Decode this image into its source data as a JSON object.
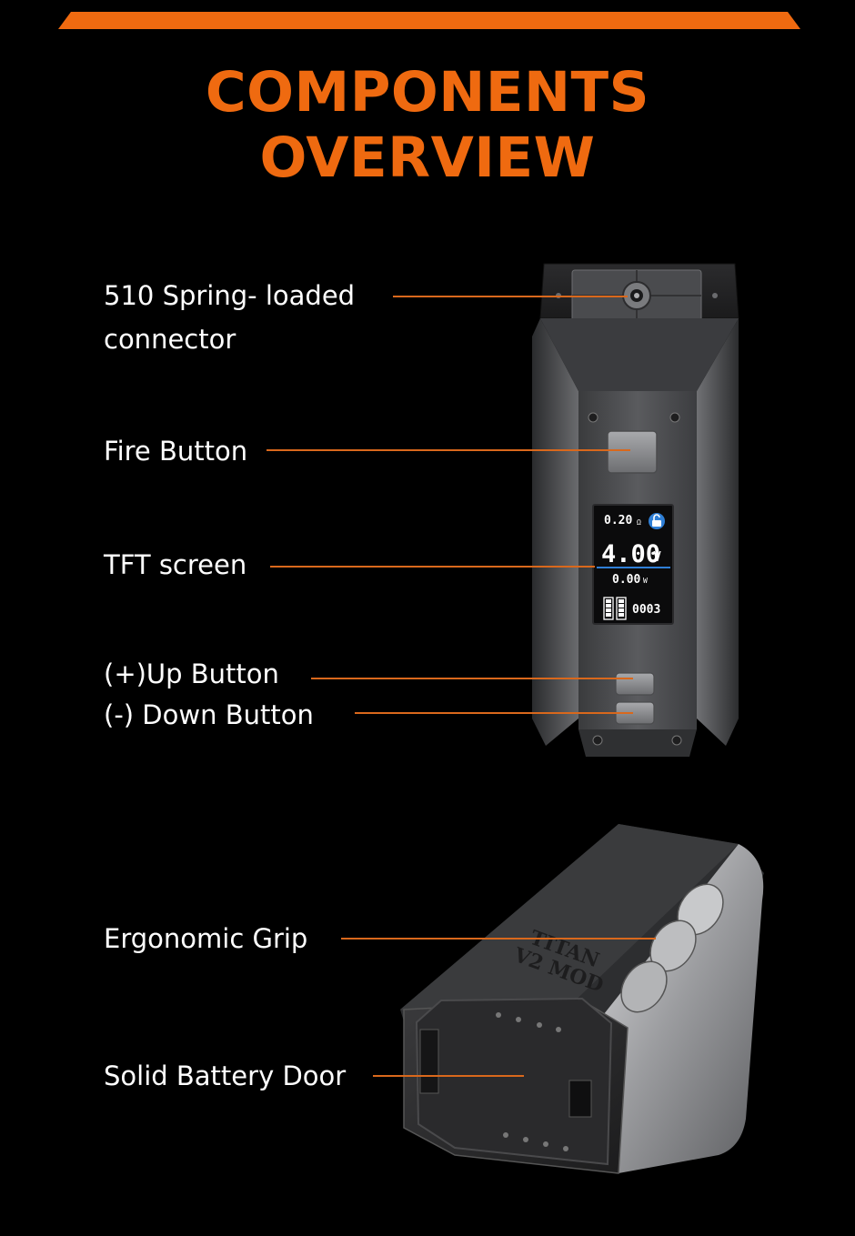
{
  "header": {
    "title_line1": "COMPONENTS",
    "title_line2": "OVERVIEW"
  },
  "callouts": {
    "connector_line1": "510 Spring- loaded",
    "connector_line2": "connector",
    "fire_button": "Fire Button",
    "tft_screen": "TFT screen",
    "up_button": "(+)Up Button",
    "down_button": "(-) Down Button",
    "ergonomic_grip": "Ergonomic Grip",
    "battery_door": "Solid Battery Door"
  },
  "device_screen": {
    "resistance": "0.20",
    "resistance_unit": "Ω",
    "voltage": "4.00",
    "voltage_unit": "V",
    "wattage": "0.00",
    "wattage_unit": "W",
    "puff_count": "0003"
  },
  "engraving": {
    "line1": "TITAN",
    "line2": "V2 MOD"
  },
  "colors": {
    "accent": "#ef6a10",
    "background": "#000000",
    "screen_divider": "#2f7fd6"
  }
}
